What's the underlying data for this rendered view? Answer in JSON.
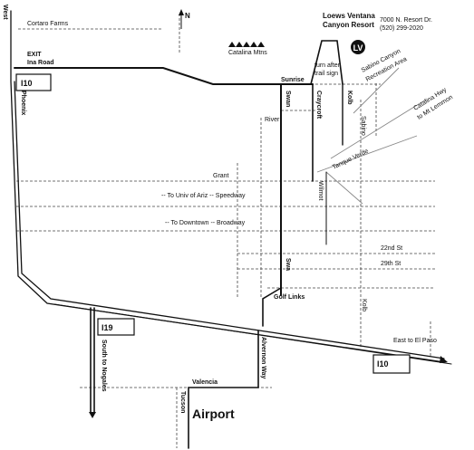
{
  "hotel": {
    "name_line1": "Loews Ventana",
    "name_line2": "Canyon Resort",
    "address": "7000 N. Resort Dr.",
    "phone": "(520) 299-2020"
  },
  "north_label": "N",
  "mountains_label": "Catalina Mtns",
  "places": {
    "cortaro": "Cortaro Farms",
    "exit": "EXIT",
    "ina": "Ina Road",
    "sunrise": "Sunrise",
    "trail_line1": "turn after",
    "trail_line2": "trail sign",
    "river": "River",
    "grant": "Grant",
    "univ_speedway": "-- To Univ of Ariz --  Speedway",
    "downtown_broadway": "-- To Downtown --   Broadway",
    "st22": "22nd St",
    "st29": "29th St",
    "golf_links": "Golf Links",
    "valencia": "Valencia",
    "airport": "Airport",
    "el_paso": "East to El Paso",
    "sabino_line1": "Sabino Canyon",
    "sabino_line2": "Recreation Area",
    "catalina_line1": "Catalina Hwy",
    "catalina_line2": "to Mt Lemmon",
    "tanque": "Tanque Verde"
  },
  "shields": {
    "i10_west": "I10",
    "i19": "I19",
    "i10_east": "I10"
  },
  "vertical_labels": {
    "west": "West",
    "phoenix": "Phoenix",
    "swan_top": "Swan",
    "craycroft": "Craycroft",
    "kolb_top": "Kolb",
    "sabino": "Sabino",
    "wilmot": "Wilmot",
    "swan_low": "Swa",
    "kolb_low": "Kolb",
    "south_nogales": "South to Nogales",
    "tucson_blvd": "Tucson",
    "alvernon": "Alvernon Way"
  }
}
